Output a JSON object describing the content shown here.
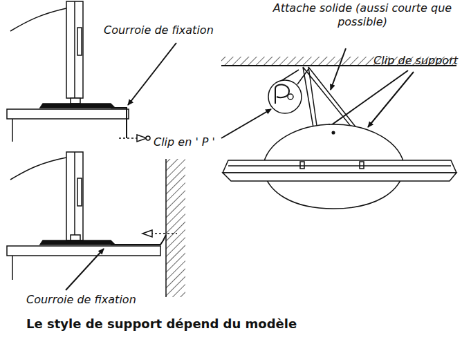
{
  "diagram": {
    "caption": "Le style de support dépend du modèle",
    "labels": [
      "Courroie de fixation",
      "Attache solide (aussi courte que possible)",
      "Clip de support",
      "Clip en ' P '",
      "Courroie de fixation"
    ]
  }
}
